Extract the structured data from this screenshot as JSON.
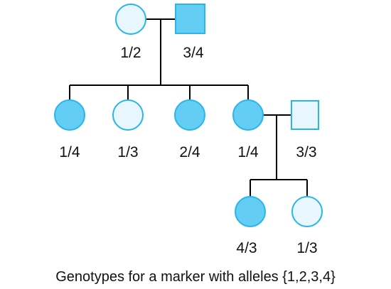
{
  "colors": {
    "affected": "#63cdf3",
    "unaffected": "#e8f7fd",
    "outline": "#29b6e6",
    "line": "#000000"
  },
  "individuals": [
    {
      "id": "gen1-mother",
      "sex": "female",
      "affected": false,
      "genotype": "1/2"
    },
    {
      "id": "gen1-father",
      "sex": "male",
      "affected": true,
      "genotype": "3/4"
    },
    {
      "id": "gen2-child-1",
      "sex": "female",
      "affected": true,
      "genotype": "1/4"
    },
    {
      "id": "gen2-child-2",
      "sex": "female",
      "affected": false,
      "genotype": "1/3"
    },
    {
      "id": "gen2-child-3",
      "sex": "female",
      "affected": true,
      "genotype": "2/4"
    },
    {
      "id": "gen2-child-4",
      "sex": "female",
      "affected": true,
      "genotype": "1/4"
    },
    {
      "id": "gen2-spouse",
      "sex": "male",
      "affected": false,
      "genotype": "3/3"
    },
    {
      "id": "gen3-child-1",
      "sex": "female",
      "affected": true,
      "genotype": "4/3"
    },
    {
      "id": "gen3-child-2",
      "sex": "female",
      "affected": false,
      "genotype": "1/3"
    }
  ],
  "caption": "Genotypes for a marker with alleles {1,2,3,4}"
}
